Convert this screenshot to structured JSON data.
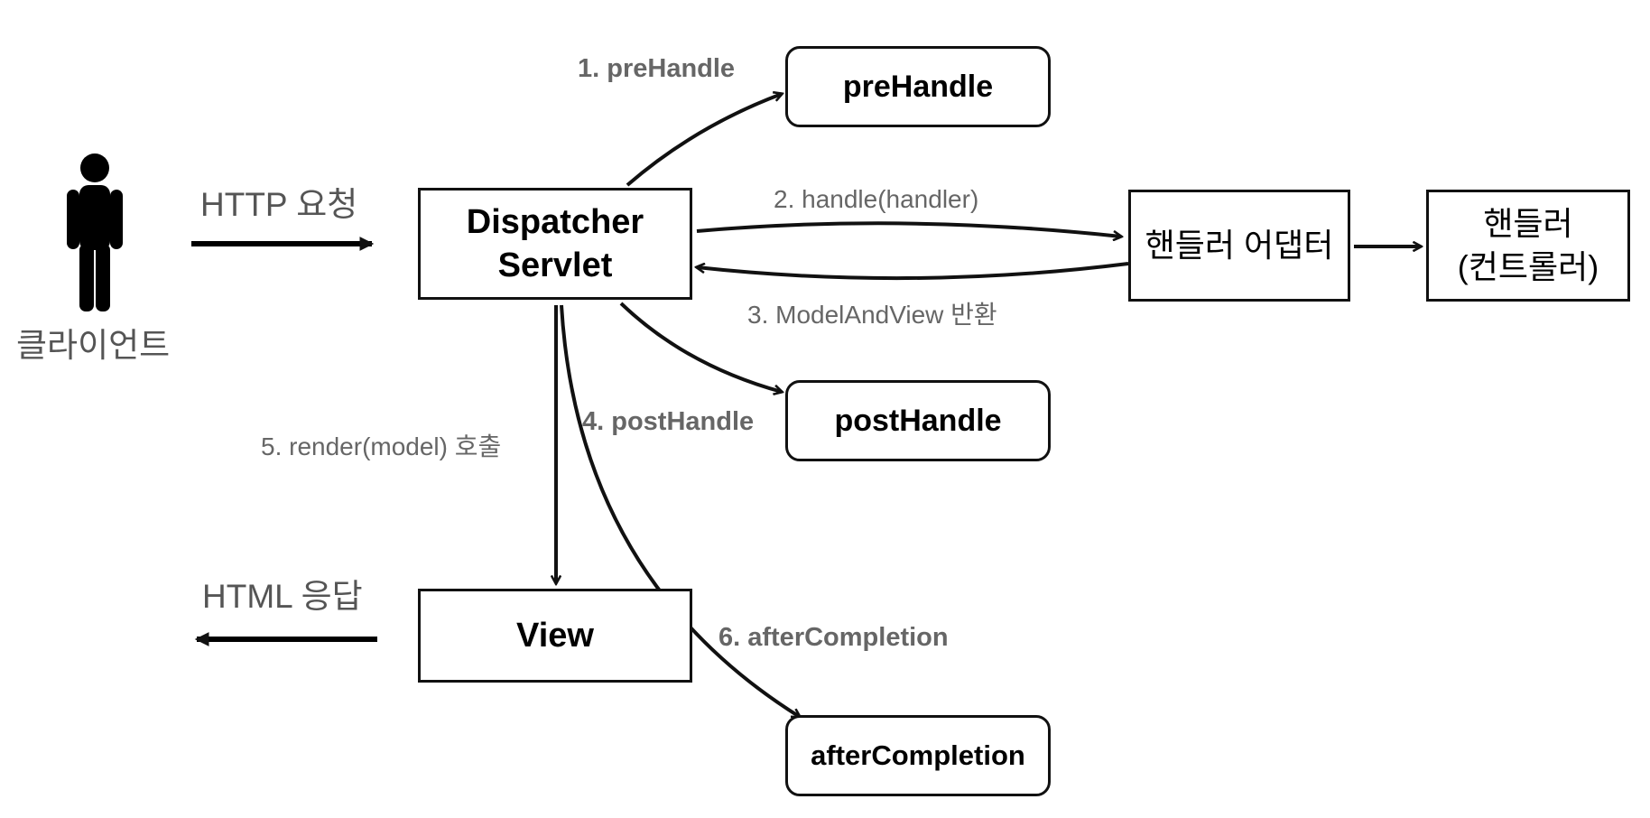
{
  "actor": {
    "label": "클라이언트"
  },
  "labels": {
    "http_request": "HTTP 요청",
    "html_response": "HTML 응답",
    "step1": "1. preHandle",
    "step2": "2. handle(handler)",
    "step3": "3. ModelAndView 반환",
    "step4": "4. postHandle",
    "step5": "5. render(model) 호출",
    "step6": "6. afterCompletion"
  },
  "boxes": {
    "dispatcher_line1": "Dispatcher",
    "dispatcher_line2": "Servlet",
    "view": "View",
    "adapter": "핸들러 어댑터",
    "handler_line1": "핸들러",
    "handler_line2": "(컨트롤러)",
    "pre_handle": "preHandle",
    "post_handle": "postHandle",
    "after_completion": "afterCompletion"
  },
  "colors": {
    "stroke": "#111111",
    "label": "#666666"
  }
}
